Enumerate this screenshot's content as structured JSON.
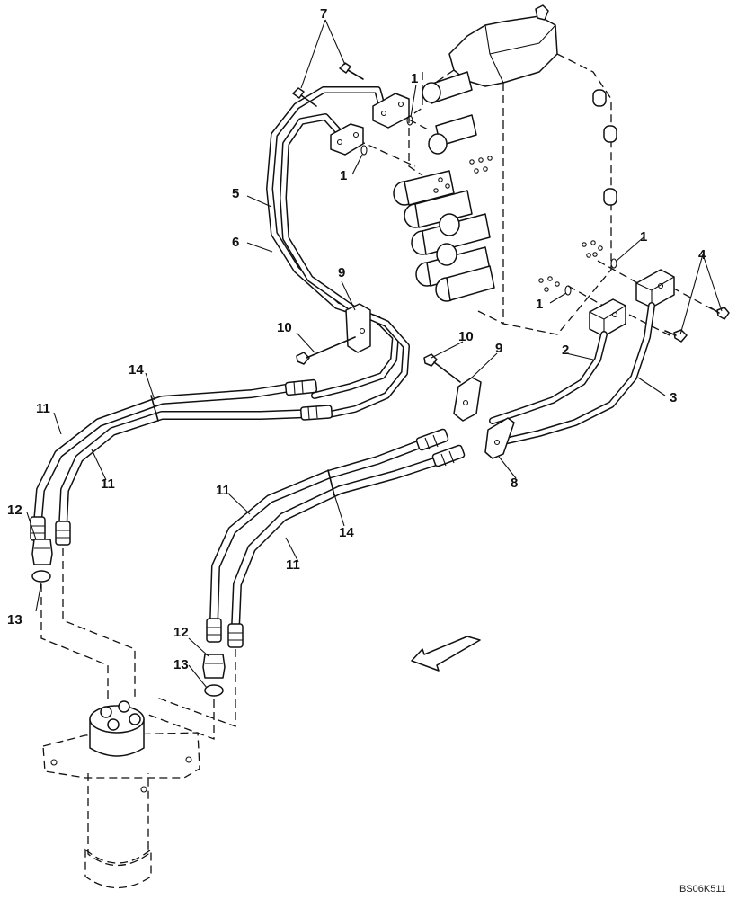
{
  "diagram": {
    "reference_code": "BS06K511",
    "callouts": {
      "c1a": "1",
      "c1b": "1",
      "c1c": "1",
      "c1d": "1",
      "c2": "2",
      "c3": "3",
      "c4": "4",
      "c5": "5",
      "c6": "6",
      "c7": "7",
      "c8": "8",
      "c9a": "9",
      "c9b": "9",
      "c10a": "10",
      "c10b": "10",
      "c11a": "11",
      "c11b": "11",
      "c11c": "11",
      "c11d": "11",
      "c12a": "12",
      "c12b": "12",
      "c13a": "13",
      "c13b": "13",
      "c14a": "14",
      "c14b": "14"
    }
  }
}
